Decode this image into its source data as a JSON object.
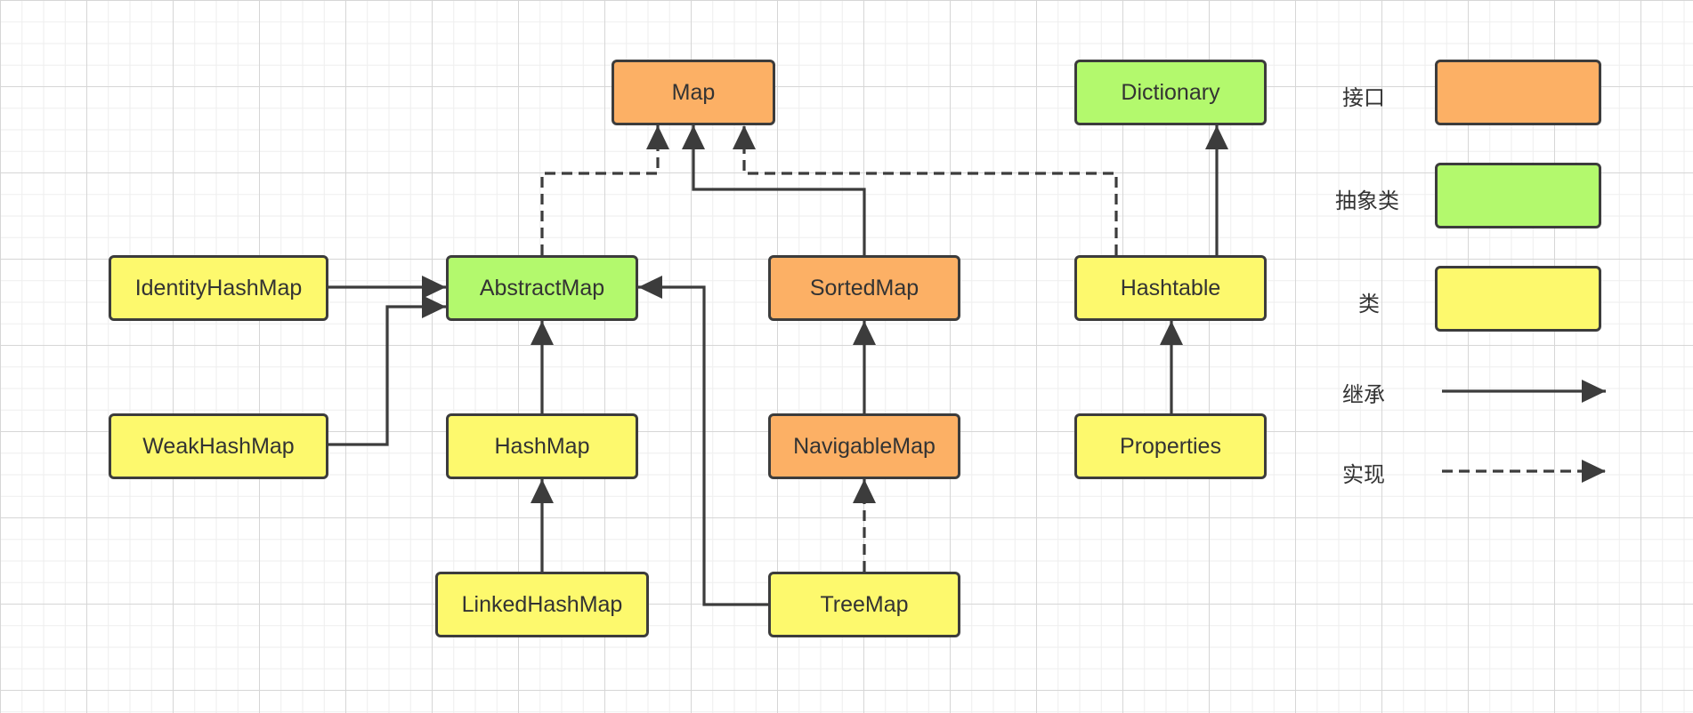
{
  "colors": {
    "interface": "#fcb065",
    "abstract": "#b3f96d",
    "class": "#fdf96d",
    "stroke": "#3c3c3c",
    "text": "#333333"
  },
  "nodes": {
    "map": {
      "label": "Map",
      "kind": "interface"
    },
    "dictionary": {
      "label": "Dictionary",
      "kind": "abstract"
    },
    "identityhashmap": {
      "label": "IdentityHashMap",
      "kind": "class"
    },
    "abstractmap": {
      "label": "AbstractMap",
      "kind": "abstract"
    },
    "sortedmap": {
      "label": "SortedMap",
      "kind": "interface"
    },
    "hashtable": {
      "label": "Hashtable",
      "kind": "class"
    },
    "weakhashmap": {
      "label": "WeakHashMap",
      "kind": "class"
    },
    "hashmap": {
      "label": "HashMap",
      "kind": "class"
    },
    "navigablemap": {
      "label": "NavigableMap",
      "kind": "interface"
    },
    "properties": {
      "label": "Properties",
      "kind": "class"
    },
    "linkedhashmap": {
      "label": "LinkedHashMap",
      "kind": "class"
    },
    "treemap": {
      "label": "TreeMap",
      "kind": "class"
    }
  },
  "edges": [
    {
      "from": "abstractmap",
      "to": "map",
      "style": "dashed"
    },
    {
      "from": "sortedmap",
      "to": "map",
      "style": "solid"
    },
    {
      "from": "hashtable",
      "to": "map",
      "style": "dashed"
    },
    {
      "from": "hashtable",
      "to": "dictionary",
      "style": "solid"
    },
    {
      "from": "identityhashmap",
      "to": "abstractmap",
      "style": "solid"
    },
    {
      "from": "weakhashmap",
      "to": "abstractmap",
      "style": "solid"
    },
    {
      "from": "hashmap",
      "to": "abstractmap",
      "style": "solid"
    },
    {
      "from": "treemap",
      "to": "abstractmap",
      "style": "solid"
    },
    {
      "from": "navigablemap",
      "to": "sortedmap",
      "style": "solid"
    },
    {
      "from": "properties",
      "to": "hashtable",
      "style": "solid"
    },
    {
      "from": "linkedhashmap",
      "to": "hashmap",
      "style": "solid"
    },
    {
      "from": "treemap",
      "to": "navigablemap",
      "style": "dashed"
    }
  ],
  "legend": {
    "interface": {
      "label": "接口",
      "kind": "interface"
    },
    "abstract": {
      "label": "抽象类",
      "kind": "abstract"
    },
    "class": {
      "label": "类",
      "kind": "class"
    },
    "inherit": {
      "label": "继承",
      "style": "solid"
    },
    "implement": {
      "label": "实现",
      "style": "dashed"
    }
  }
}
